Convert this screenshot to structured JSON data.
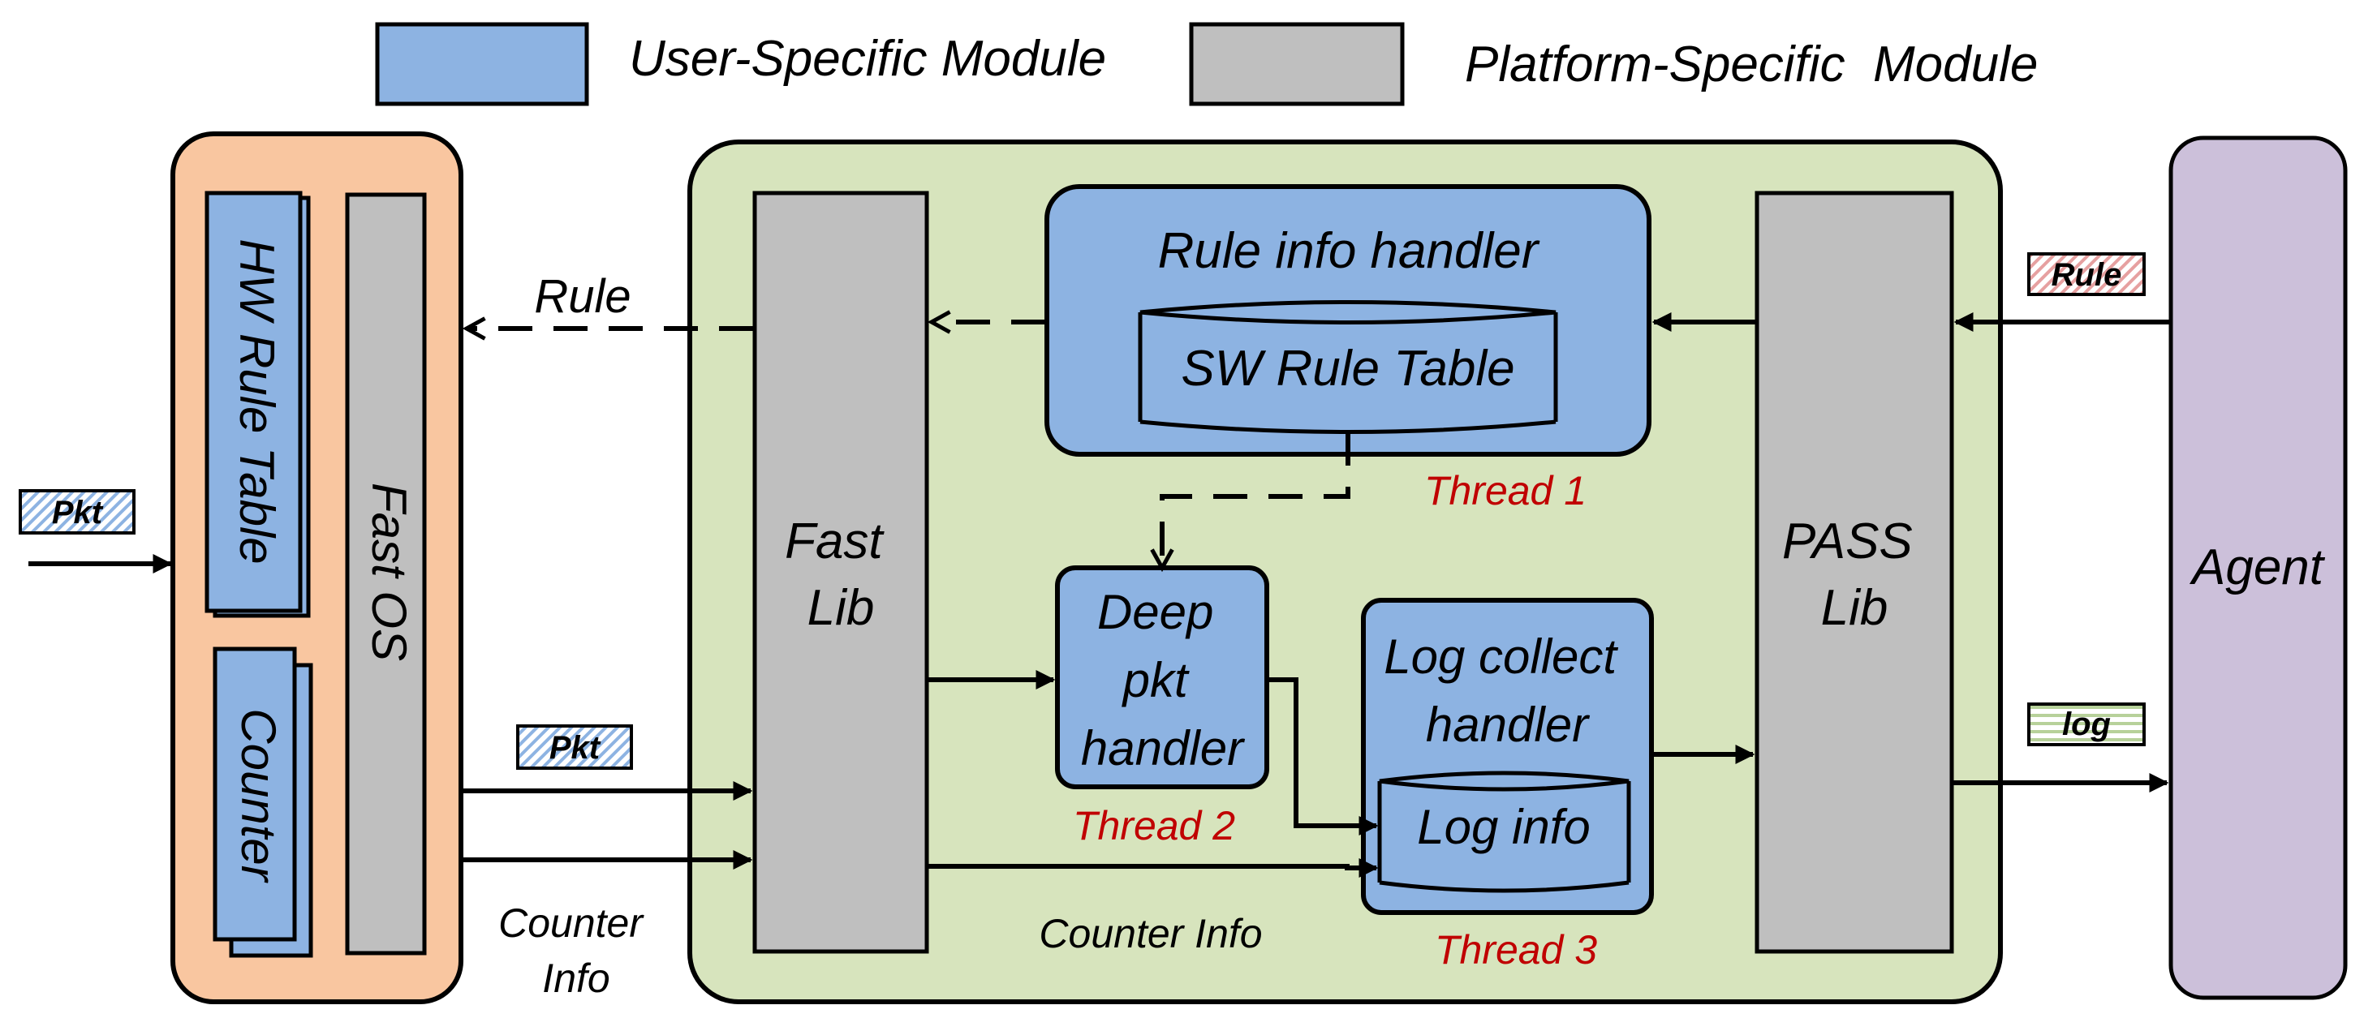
{
  "legend": {
    "user_specific": "User-Specific Module",
    "platform_specific": "Platform-Specific  Module"
  },
  "colors": {
    "user_module": "#8db3e2",
    "platform_module": "#bfbfbf",
    "fast_os_container": "#f9c6a0",
    "pass_container": "#d7e4bd",
    "agent": "#ccc0da",
    "thread_label": "#c00000",
    "stroke": "#000000"
  },
  "left_box": {
    "hw_rule_table": "HW Rule Table",
    "counter": "Counter",
    "fast_os": "Fast OS"
  },
  "center_box": {
    "fast_lib": [
      "Fast",
      "Lib"
    ],
    "rule_info_handler": "Rule info handler",
    "sw_rule_table": "SW Rule Table",
    "thread1": "Thread 1",
    "deep_pkt_handler": [
      "Deep",
      "pkt",
      "handler"
    ],
    "thread2": "Thread 2",
    "log_collect_handler": [
      "Log collect",
      "handler"
    ],
    "log_info": "Log info",
    "thread3": "Thread 3",
    "pass_lib": [
      "PASS",
      "Lib"
    ],
    "counter_info": "Counter Info"
  },
  "agent": "Agent",
  "labels": {
    "rule_arrow": "Rule",
    "pkt_in": "Pkt",
    "pkt_mid": "Pkt",
    "counter_info_left": [
      "Counter",
      "Info"
    ],
    "rule_tag": "Rule",
    "log_tag": "log"
  }
}
